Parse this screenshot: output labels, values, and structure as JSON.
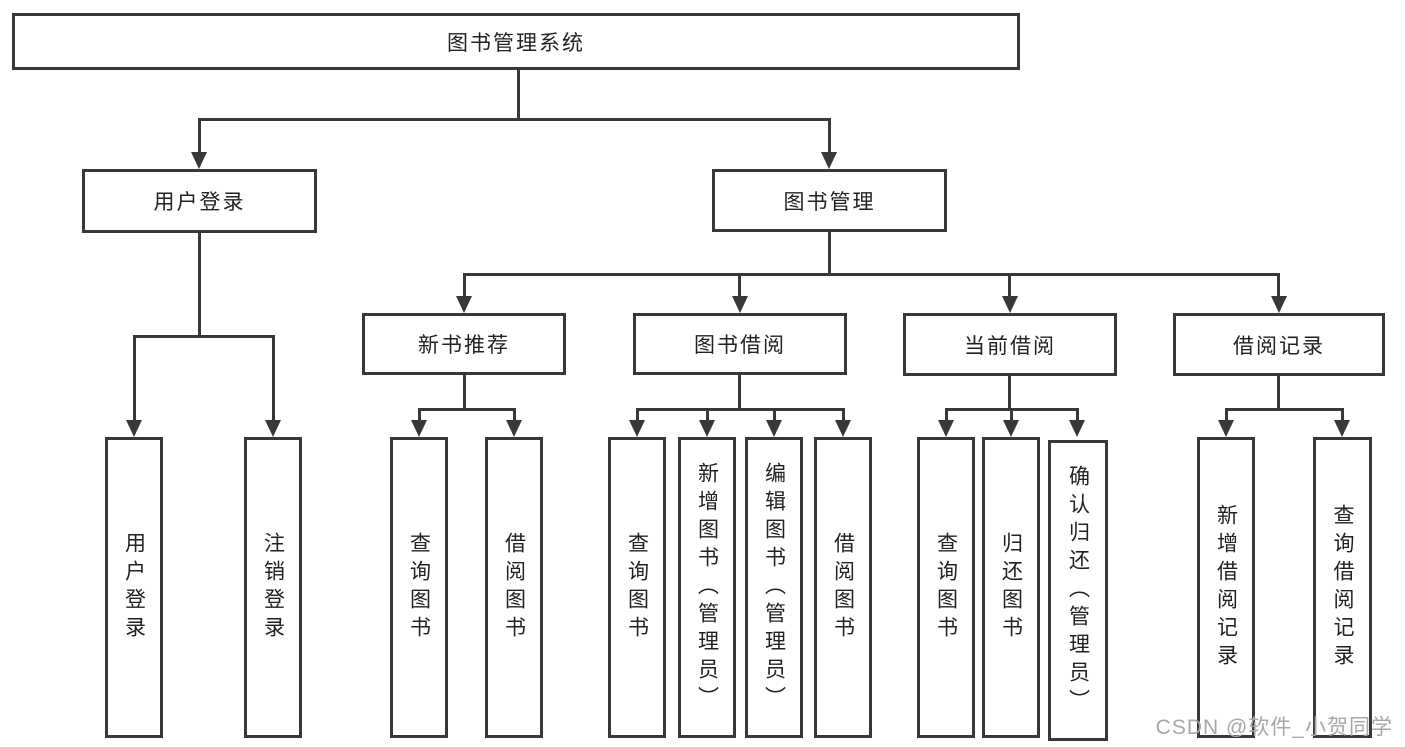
{
  "colors": {
    "line": "#38383a",
    "text": "#222222",
    "watermark": "#a7a7ab",
    "background": "#ffffff"
  },
  "watermark": "CSDN @软件_小贺同学",
  "tree": {
    "root": {
      "label": "图书管理系统"
    },
    "branches": [
      {
        "label": "用户登录",
        "leaves": [
          "用户登录",
          "注销登录"
        ]
      },
      {
        "label": "图书管理",
        "groups": [
          {
            "label": "新书推荐",
            "leaves": [
              "查询图书",
              "借阅图书"
            ]
          },
          {
            "label": "图书借阅",
            "leaves": [
              "查询图书",
              "新增图书（管理员）",
              "编辑图书（管理员）",
              "借阅图书"
            ]
          },
          {
            "label": "当前借阅",
            "leaves": [
              "查询图书",
              "归还图书",
              "确认归还（管理员）"
            ]
          },
          {
            "label": "借阅记录",
            "leaves": [
              "新增借阅记录",
              "查询借阅记录"
            ]
          }
        ]
      }
    ]
  }
}
